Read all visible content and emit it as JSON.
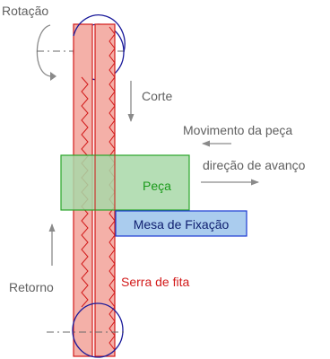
{
  "labels": {
    "rotation": "Rotação",
    "cut": "Corte",
    "workpiece_movement": "Movimento da peça",
    "feed_direction": "direção de avanço",
    "workpiece": "Peça",
    "fixture_table": "Mesa de Fixação",
    "return": "Retorno",
    "band_saw": "Serra de fita"
  },
  "colors": {
    "label_text": "#606060",
    "arrow": "#8a8a8a",
    "wheel_stroke": "#1a1a9a",
    "band_fill": "#f4b0a8",
    "band_stroke": "#d21a1a",
    "workpiece_fill": "#a8d8a8",
    "workpiece_stroke": "#2aa52a",
    "workpiece_text": "#1a9a1a",
    "table_fill": "#aaccee",
    "table_stroke": "#1a3ad2",
    "table_text": "#102070",
    "saw_label_text": "#d21a1a"
  }
}
